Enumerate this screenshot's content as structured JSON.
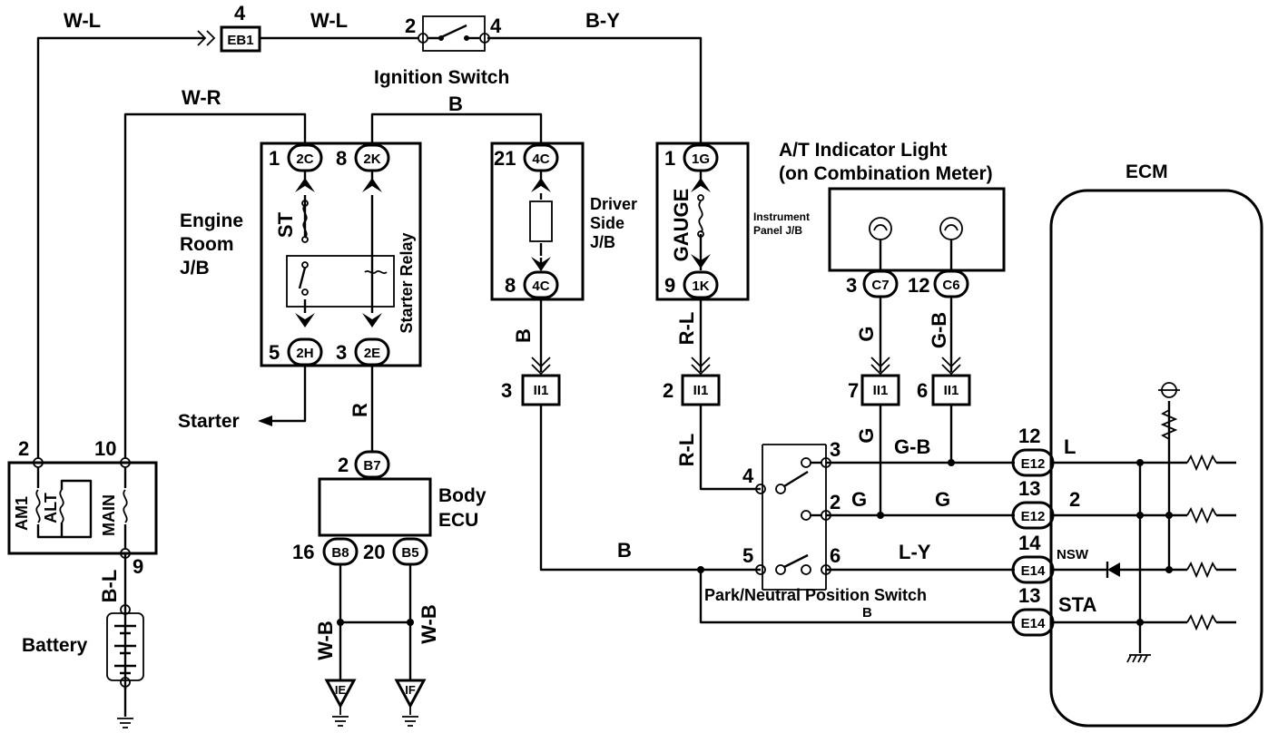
{
  "wires": {
    "w_l_left": "W-L",
    "w_l_right": "W-L",
    "b_y": "B-Y",
    "w_r": "W-R",
    "b_top": "B",
    "b_driver": "B",
    "r_relay": "R",
    "r_l_gauge": "R-L",
    "r_l_switch": "R-L",
    "g_c7": "G",
    "g_b_c6": "G-B",
    "g_vert": "G",
    "g_b_horiz": "G-B",
    "g_horiz_a": "G",
    "g_horiz_b": "G",
    "l_y": "L-Y",
    "b_bottom": "B",
    "b_lowest": "B",
    "b_l": "B-L",
    "w_b_left": "W-B",
    "w_b_right": "W-B"
  },
  "connectors": {
    "eb1": "EB1",
    "c2c": "2C",
    "c2k": "2K",
    "c2h": "2H",
    "c2e": "2E",
    "c4c_top": "4C",
    "c4c_bot": "4C",
    "c1g": "1G",
    "c1k": "1K",
    "c7": "C7",
    "c6": "C6",
    "ii1_a": "II1",
    "ii1_b": "II1",
    "ii1_c": "II1",
    "ii1_d": "II1",
    "b7": "B7",
    "b8": "B8",
    "b5": "B5",
    "e12_a": "E12",
    "e12_b": "E12",
    "e14_a": "E14",
    "e14_b": "E14",
    "ie": "IE",
    "if": "IF"
  },
  "pins": {
    "eb1": "4",
    "ign_in": "2",
    "ign_out": "4",
    "c2c": "1",
    "c2k": "8",
    "c2h": "5",
    "c2e": "3",
    "c4c_top": "21",
    "c4c_bot": "8",
    "c1g": "1",
    "c1k": "9",
    "c7": "3",
    "c6": "12",
    "ii1_a": "3",
    "ii1_b": "2",
    "ii1_c": "7",
    "ii1_d": "6",
    "b7": "2",
    "b8": "16",
    "b5": "20",
    "sw3": "3",
    "sw4": "4",
    "sw2": "2",
    "sw5": "5",
    "sw6": "6",
    "e12_a": "12",
    "e12_b": "13",
    "e14_a": "14",
    "e14_b": "13",
    "fuse_am1": "2",
    "fuse_main": "10",
    "fuse_out": "9"
  },
  "labels": {
    "ignition_switch": "Ignition Switch",
    "engine_room_1": "Engine",
    "engine_room_2": "Room",
    "engine_room_3": "J/B",
    "st": "ST",
    "starter_relay": "Starter Relay",
    "starter": "Starter",
    "driver_side_1": "Driver",
    "driver_side_2": "Side",
    "driver_side_3": "J/B",
    "gauge": "GAUGE",
    "instrument_1": "Instrument",
    "instrument_2": "Panel J/B",
    "at_light_1": "A/T Indicator Light",
    "at_light_2": "(on Combination Meter)",
    "ecm": "ECM",
    "body_ecu_1": "Body",
    "body_ecu_2": "ECU",
    "park_neutral": "Park/Neutral Position Switch",
    "am1": "AM1",
    "alt": "ALT",
    "main": "MAIN",
    "battery": "Battery",
    "ecm_l": "L",
    "ecm_2": "2",
    "ecm_nsw": "NSW",
    "ecm_sta": "STA"
  }
}
